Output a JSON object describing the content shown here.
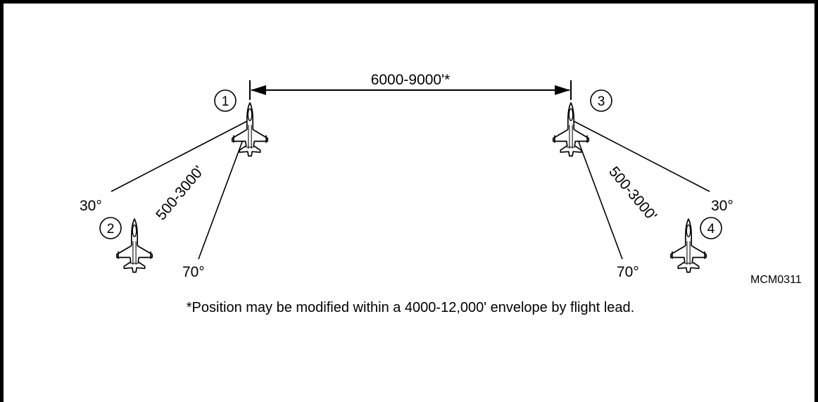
{
  "distance_label": "6000-9000'*",
  "aircraft": [
    {
      "number": "1"
    },
    {
      "number": "2"
    },
    {
      "number": "3"
    },
    {
      "number": "4"
    }
  ],
  "left_element": {
    "range_label": "500-3000'",
    "angle_outer": "30°",
    "angle_inner": "70°"
  },
  "right_element": {
    "range_label": "500-3000'",
    "angle_outer": "30°",
    "angle_inner": "70°"
  },
  "figure_id": "MCM0311",
  "footnote": "*Position may be modified within a 4000-12,000' envelope by flight lead."
}
